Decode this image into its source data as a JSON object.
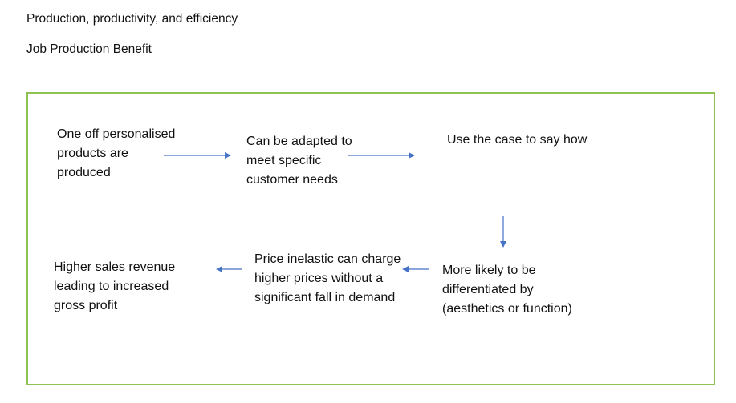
{
  "header": {
    "title": "Production, productivity, and efficiency",
    "subtitle": "Job Production Benefit"
  },
  "diagram": {
    "nodes": {
      "one_off": [
        "One off personalised",
        "products are",
        "produced"
      ],
      "adapted": [
        "Can be adapted to",
        "meet specific",
        "customer needs"
      ],
      "use_case": [
        "Use the case to say how"
      ],
      "differentiated": [
        "More likely to be",
        "differentiated by",
        "(aesthetics or function)"
      ],
      "price_inelastic": [
        "Price inelastic can charge",
        "higher prices without a",
        "significant fall in demand"
      ],
      "revenue": [
        "Higher sales revenue",
        "leading to increased",
        "gross profit"
      ]
    },
    "colors": {
      "frame_border": "#8fc155",
      "arrow": "#4472c4",
      "text": "#111111"
    }
  }
}
